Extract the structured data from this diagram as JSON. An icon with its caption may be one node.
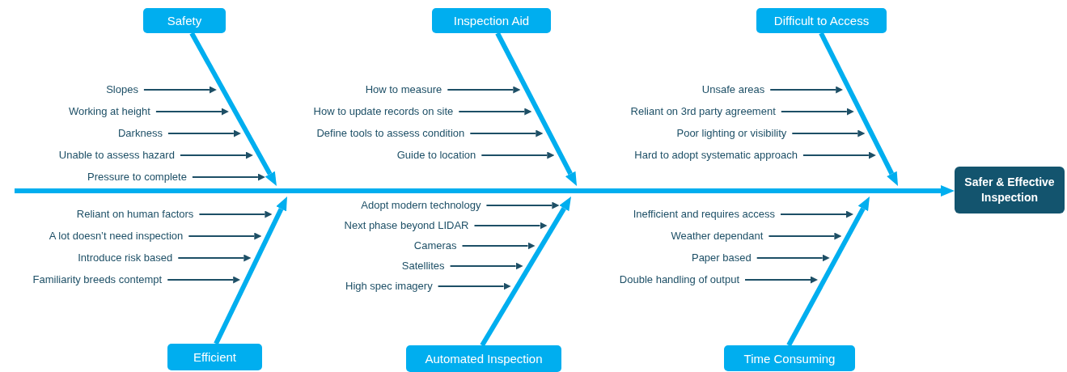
{
  "diagram": {
    "nodes": [
      {
        "text": [
          "Safety"
        ]
      },
      {
        "text": [
          "Slopes"
        ]
      },
      {
        "text": [
          "Working at height"
        ]
      },
      {
        "text": [
          "Darkness"
        ]
      },
      {
        "text": [
          "Unable to assess hazard"
        ]
      },
      {
        "text": [
          "Pressure to complete"
        ]
      },
      {
        "text": [
          "Inspection Aid"
        ]
      },
      {
        "text": [
          "How to measure"
        ]
      },
      {
        "text": [
          "How to update records on site"
        ]
      },
      {
        "text": [
          "Define tools to assess condition"
        ]
      },
      {
        "text": [
          "Guide to location"
        ]
      },
      {
        "text": [
          "Difficult to Access"
        ]
      },
      {
        "text": [
          "Unsafe areas"
        ]
      },
      {
        "text": [
          "Reliant on 3rd party agreement"
        ]
      },
      {
        "text": [
          "Poor lighting or visibility"
        ]
      },
      {
        "text": [
          "Hard to adopt systematic approach"
        ]
      },
      {
        "text": [
          "Safer & Effective Inspection"
        ]
      },
      {
        "text": [
          "Efficient"
        ]
      },
      {
        "text": [
          "Reliant on human factors"
        ]
      },
      {
        "text": [
          "A lot doesn’t need inspection"
        ]
      },
      {
        "text": [
          "Introduce risk based"
        ]
      },
      {
        "text": [
          "Familiarity breeds contempt"
        ]
      },
      {
        "text": [
          "Automated Inspection"
        ]
      },
      {
        "text": [
          "Adopt modern technology"
        ]
      },
      {
        "text": [
          "Next phase beyond LIDAR"
        ]
      },
      {
        "text": [
          "Cameras"
        ]
      },
      {
        "text": [
          "Satellites"
        ]
      },
      {
        "text": [
          "High spec imagery"
        ]
      },
      {
        "text": [
          "Time Consuming"
        ]
      },
      {
        "text": [
          "Inefficient and requires access"
        ]
      },
      {
        "text": [
          "Weather dependant"
        ]
      },
      {
        "text": [
          "Paper based"
        ]
      },
      {
        "text": [
          "Double handling of output"
        ]
      }
    ],
    "edges": [
      {
        "from": null,
        "to": 16,
        "arrow": "to",
        "style": "thick",
        "color": "#00aeef"
      },
      {
        "from": 0,
        "to": null,
        "arrow": "to",
        "style": "thick",
        "color": "#00aeef"
      },
      {
        "from": 1,
        "to": null,
        "arrow": "to"
      },
      {
        "from": 2,
        "to": null,
        "arrow": "to"
      },
      {
        "from": 3,
        "to": null,
        "arrow": "to"
      },
      {
        "from": 4,
        "to": null,
        "arrow": "to"
      },
      {
        "from": 5,
        "to": null,
        "arrow": "to"
      },
      {
        "from": 6,
        "to": null,
        "arrow": "to",
        "style": "thick",
        "color": "#00aeef"
      },
      {
        "from": 7,
        "to": null,
        "arrow": "to"
      },
      {
        "from": 8,
        "to": null,
        "arrow": "to"
      },
      {
        "from": 9,
        "to": null,
        "arrow": "to"
      },
      {
        "from": 10,
        "to": null,
        "arrow": "to"
      },
      {
        "from": 11,
        "to": null,
        "arrow": "to",
        "style": "thick",
        "color": "#00aeef"
      },
      {
        "from": 12,
        "to": null,
        "arrow": "to"
      },
      {
        "from": 13,
        "to": null,
        "arrow": "to"
      },
      {
        "from": 14,
        "to": null,
        "arrow": "to"
      },
      {
        "from": 15,
        "to": null,
        "arrow": "to"
      },
      {
        "from": 17,
        "to": null,
        "arrow": "to",
        "style": "thick",
        "color": "#00aeef"
      },
      {
        "from": 18,
        "to": null,
        "arrow": "to"
      },
      {
        "from": 19,
        "to": null,
        "arrow": "to"
      },
      {
        "from": 20,
        "to": null,
        "arrow": "to"
      },
      {
        "from": 21,
        "to": null,
        "arrow": "to"
      },
      {
        "from": 22,
        "to": null,
        "arrow": "to",
        "style": "thick",
        "color": "#00aeef"
      },
      {
        "from": 23,
        "to": null,
        "arrow": "to"
      },
      {
        "from": 24,
        "to": null,
        "arrow": "to"
      },
      {
        "from": 25,
        "to": null,
        "arrow": "to"
      },
      {
        "from": 26,
        "to": null,
        "arrow": "to"
      },
      {
        "from": 27,
        "to": null,
        "arrow": "to"
      },
      {
        "from": 28,
        "to": null,
        "arrow": "to",
        "style": "thick",
        "color": "#00aeef"
      },
      {
        "from": 29,
        "to": null,
        "arrow": "to"
      },
      {
        "from": 30,
        "to": null,
        "arrow": "to"
      },
      {
        "from": 31,
        "to": null,
        "arrow": "to"
      },
      {
        "from": 32,
        "to": null,
        "arrow": "to"
      }
    ]
  }
}
